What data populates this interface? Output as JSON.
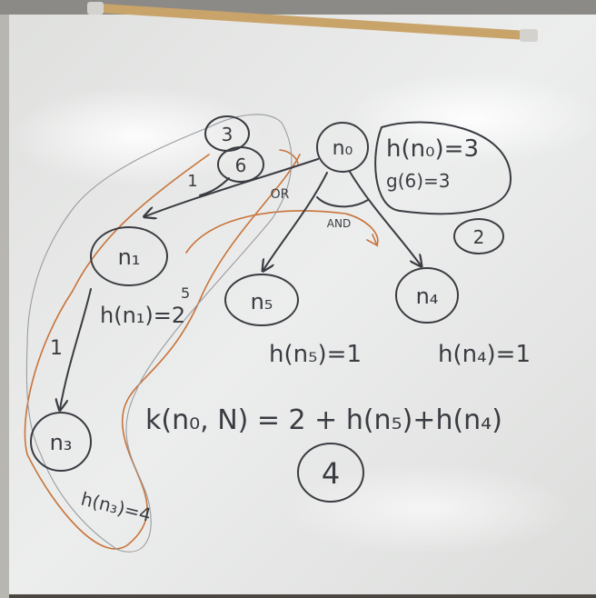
{
  "nodes": {
    "n0": "n₀",
    "n1": "n₁",
    "n3": "n₃",
    "n5": "n₅",
    "n4": "n₄"
  },
  "edge_labels": {
    "or": "OR",
    "and": "AND",
    "cost_n0_n1": "1",
    "cost_n1_n3": "1"
  },
  "circled_numbers": {
    "three": "3",
    "six": "6",
    "two": "2",
    "four": "4"
  },
  "annotations": {
    "h_n0": "h(n₀)=3",
    "g_6": "g(6)=3",
    "h_n1": "h(n₁)=2",
    "h_n1_correction": "5",
    "h_n5": "h(n₅)=1",
    "h_n4": "h(n₄)=1",
    "h_n3": "h(n₃)=4",
    "k_formula": "k(n₀, N) = 2 + h(n₅)+h(n₄)"
  },
  "colors": {
    "marker": "#3a3c42",
    "orange_marker": "#c8743a",
    "board": "#e7e8e6",
    "tray": "#c9a46a"
  }
}
